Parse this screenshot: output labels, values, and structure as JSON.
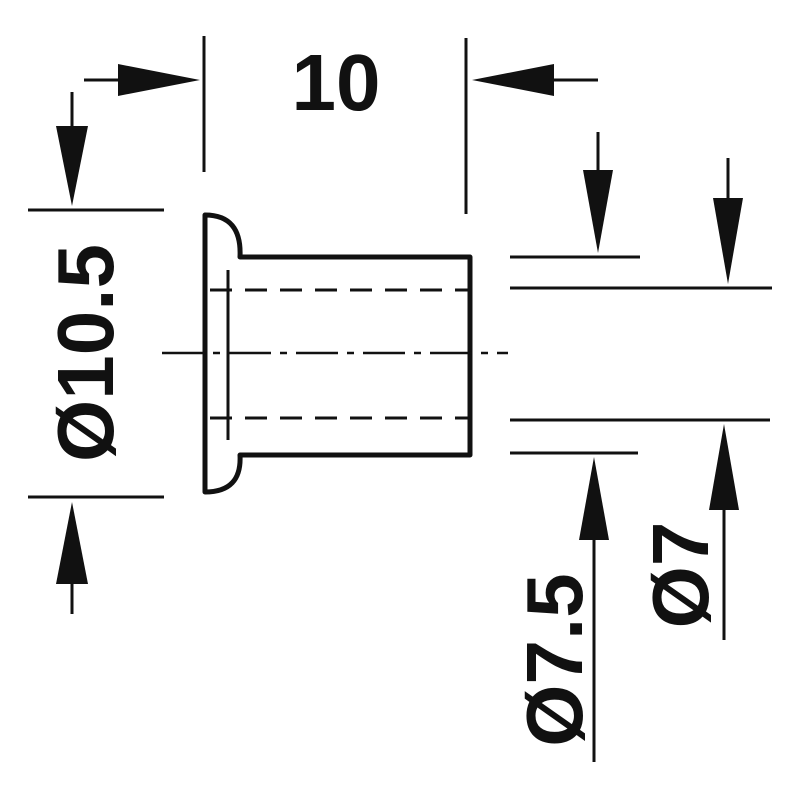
{
  "diagram": {
    "dimensions": {
      "length": "10",
      "flange_diameter": "Ø10.5",
      "outer_diameter": "Ø7.5",
      "inner_diameter": "Ø7"
    },
    "colors": {
      "stroke": "#111111",
      "background": "#ffffff"
    }
  }
}
